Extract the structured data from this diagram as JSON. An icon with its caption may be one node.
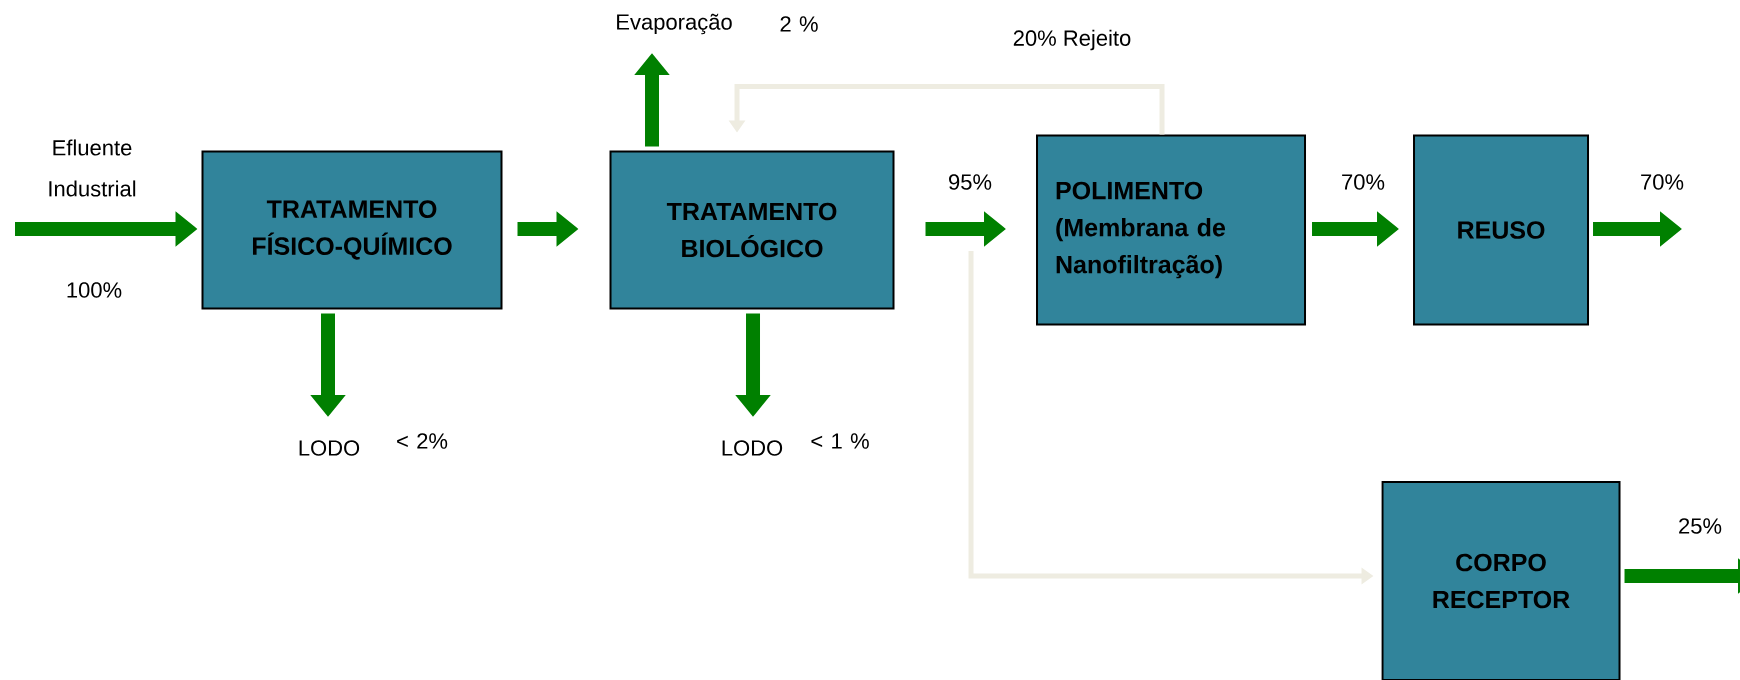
{
  "diagram": {
    "nodes": [
      {
        "text": [
          "TRATAMENTO FÍSICO-QUÍMICO"
        ]
      },
      {
        "text": [
          "TRATAMENTO BIOLÓGICO"
        ]
      },
      {
        "text": [
          "POLIMENTO (Membrana de Nanofiltração)"
        ]
      },
      {
        "text": [
          "REUSO"
        ]
      },
      {
        "text": [
          "CORPO RECEPTOR"
        ]
      }
    ],
    "edges": [
      {
        "from": null,
        "to": 0,
        "arrow": "to"
      },
      {
        "from": 0,
        "to": 1,
        "arrow": "to"
      },
      {
        "from": 1,
        "to": 2,
        "arrow": "to"
      },
      {
        "from": 2,
        "to": 3,
        "arrow": "to"
      },
      {
        "from": 3,
        "to": null,
        "arrow": "to"
      },
      {
        "from": 0,
        "to": null,
        "arrow": "to"
      },
      {
        "from": 1,
        "to": null,
        "arrow": "to"
      },
      {
        "from": 1,
        "to": null,
        "arrow": "to"
      },
      {
        "from": 2,
        "to": 1,
        "arrow": "to",
        "label": "20% Rejeito",
        "color": "#eeece1"
      },
      {
        "from": null,
        "to": 4,
        "arrow": "to",
        "color": "#eeece1"
      },
      {
        "from": 4,
        "to": null,
        "arrow": "to"
      }
    ],
    "labels": [
      "Evaporação",
      "2 %",
      "Efluente Industrial",
      "95%",
      "70%",
      "70%",
      "100%",
      "LODO",
      "< 2%",
      "LODO",
      "< 1 %",
      "25%"
    ]
  }
}
